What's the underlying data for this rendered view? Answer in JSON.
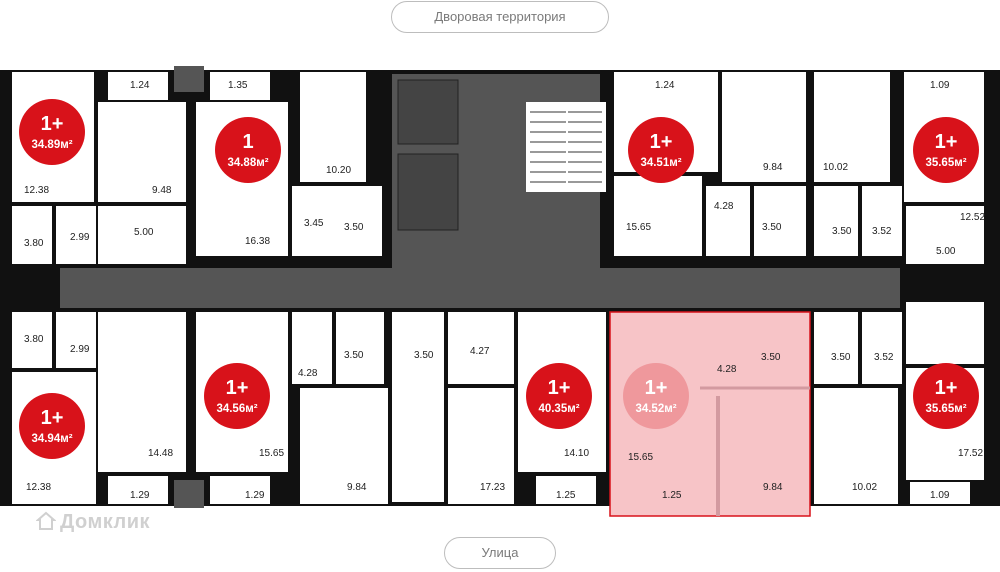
{
  "directions": {
    "courtyard": "Дворовая территория",
    "street": "Улица"
  },
  "watermark": "Домклик",
  "apartments": [
    {
      "name": "apt-1",
      "rooms": "1+",
      "area": "34.89м²"
    },
    {
      "name": "apt-2",
      "rooms": "1",
      "area": "34.88м²"
    },
    {
      "name": "apt-3",
      "rooms": "1+",
      "area": "34.51м²"
    },
    {
      "name": "apt-4",
      "rooms": "1+",
      "area": "35.65м²"
    },
    {
      "name": "apt-5",
      "rooms": "1+",
      "area": "34.94м²"
    },
    {
      "name": "apt-6",
      "rooms": "1+",
      "area": "34.56м²"
    },
    {
      "name": "apt-7",
      "rooms": "1+",
      "area": "40.35м²"
    },
    {
      "name": "apt-8",
      "rooms": "1+",
      "area": "34.52м²",
      "highlighted": true
    },
    {
      "name": "apt-9",
      "rooms": "1+",
      "area": "35.65м²"
    }
  ],
  "room_areas": [
    "1.24",
    "1.35",
    "1.24",
    "1.09",
    "12.38",
    "9.48",
    "10.20",
    "9.84",
    "10.02",
    "3.80",
    "2.99",
    "5.00",
    "16.38",
    "3.45",
    "3.50",
    "15.65",
    "4.28",
    "3.50",
    "3.50",
    "3.52",
    "12.52",
    "5.00",
    "3.80",
    "2.99",
    "4.28",
    "3.50",
    "3.50",
    "4.27",
    "4.28",
    "3.50",
    "3.50",
    "3.52",
    "14.48",
    "15.65",
    "14.10",
    "15.65",
    "12.38",
    "9.84",
    "17.23",
    "9.84",
    "10.02",
    "17.52",
    "1.29",
    "1.29",
    "1.25",
    "1.25",
    "1.09"
  ],
  "colors": {
    "wall": "#111111",
    "core": "#555555",
    "badge": "#d8121a",
    "highlight": "#f7c4c7",
    "highlight_border": "#d8121a"
  }
}
